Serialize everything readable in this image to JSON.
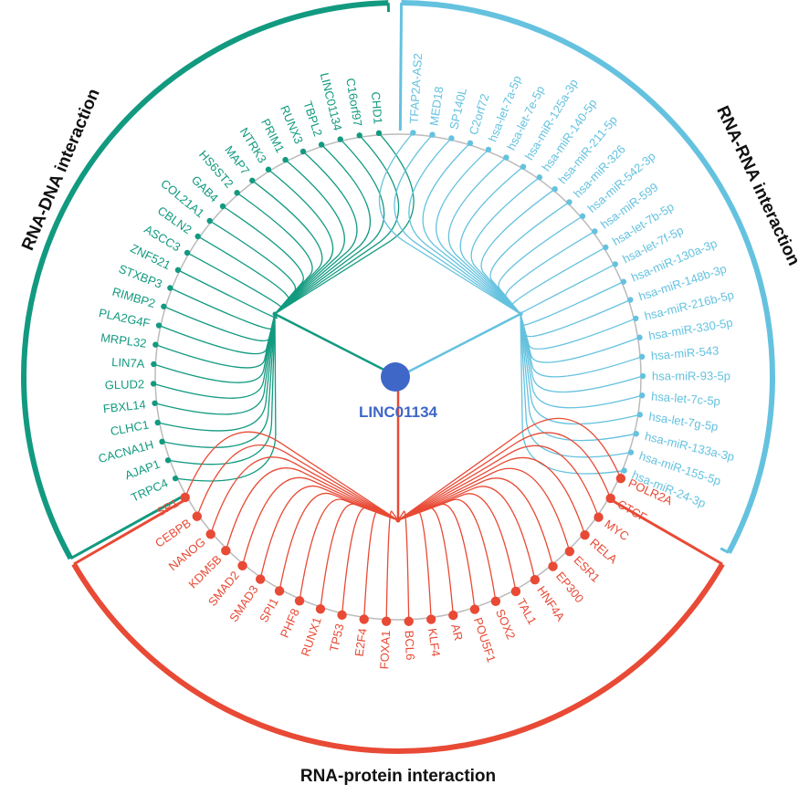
{
  "hub": {
    "label": "LINC01134",
    "color": "#3F67C8"
  },
  "colors": {
    "dna": "#129A80",
    "rna": "#65C2DF",
    "protein": "#E84A35",
    "ring": "#BBBBBB"
  },
  "sectors": {
    "dna": {
      "title": "RNA-DNA interaction",
      "items": [
        "TRPC4",
        "AJAP1",
        "CACNA1H",
        "CLHC1",
        "FBXL14",
        "GLUD2",
        "LIN7A",
        "MRPL32",
        "PLA2G4F",
        "RIMBP2",
        "STXBP3",
        "ZNF521",
        "ASCC3",
        "CBLN2",
        "COL21A1",
        "GAB4",
        "HS6ST2",
        "MAP7",
        "NTRK3",
        "PRIM1",
        "RUNX3",
        "TBPL2",
        "LINC01134",
        "C16orf97",
        "CHD1"
      ]
    },
    "rna": {
      "title": "RNA-RNA interaction",
      "items": [
        "TFAP2A-AS2",
        "MED18",
        "SP140L",
        "C2orf72",
        "hsa-let-7a-5p",
        "hsa-let-7e-5p",
        "hsa-miR-125a-3p",
        "hsa-miR-140-5p",
        "hsa-miR-211-5p",
        "hsa-miR-326",
        "hsa-miR-542-3p",
        "hsa-miR-599",
        "hsa-let-7b-5p",
        "hsa-let-7f-5p",
        "hsa-miR-130a-3p",
        "hsa-miR-148b-3p",
        "hsa-miR-216b-5p",
        "hsa-miR-330-5p",
        "hsa-miR-543",
        "hsa-miR-93-5p",
        "hsa-let-7c-5p",
        "hsa-let-7g-5p",
        "hsa-miR-133a-3p",
        "hsa-miR-155-5p",
        "hsa-miR-24-3p"
      ]
    },
    "protein": {
      "title": "RNA-protein interaction",
      "items": [
        "POLR2A",
        "CTCF",
        "MYC",
        "RELA",
        "ESR1",
        "EP300",
        "HNF4A",
        "TAL1",
        "SOX2",
        "POU5F1",
        "AR",
        "KLF4",
        "BCL6",
        "FOXA1",
        "E2F4",
        "TP53",
        "RUNX1",
        "PHF8",
        "SPI1",
        "SMAD3",
        "SMAD2",
        "KDM5B",
        "NANOG",
        "CEBPB",
        "SP1"
      ]
    }
  }
}
